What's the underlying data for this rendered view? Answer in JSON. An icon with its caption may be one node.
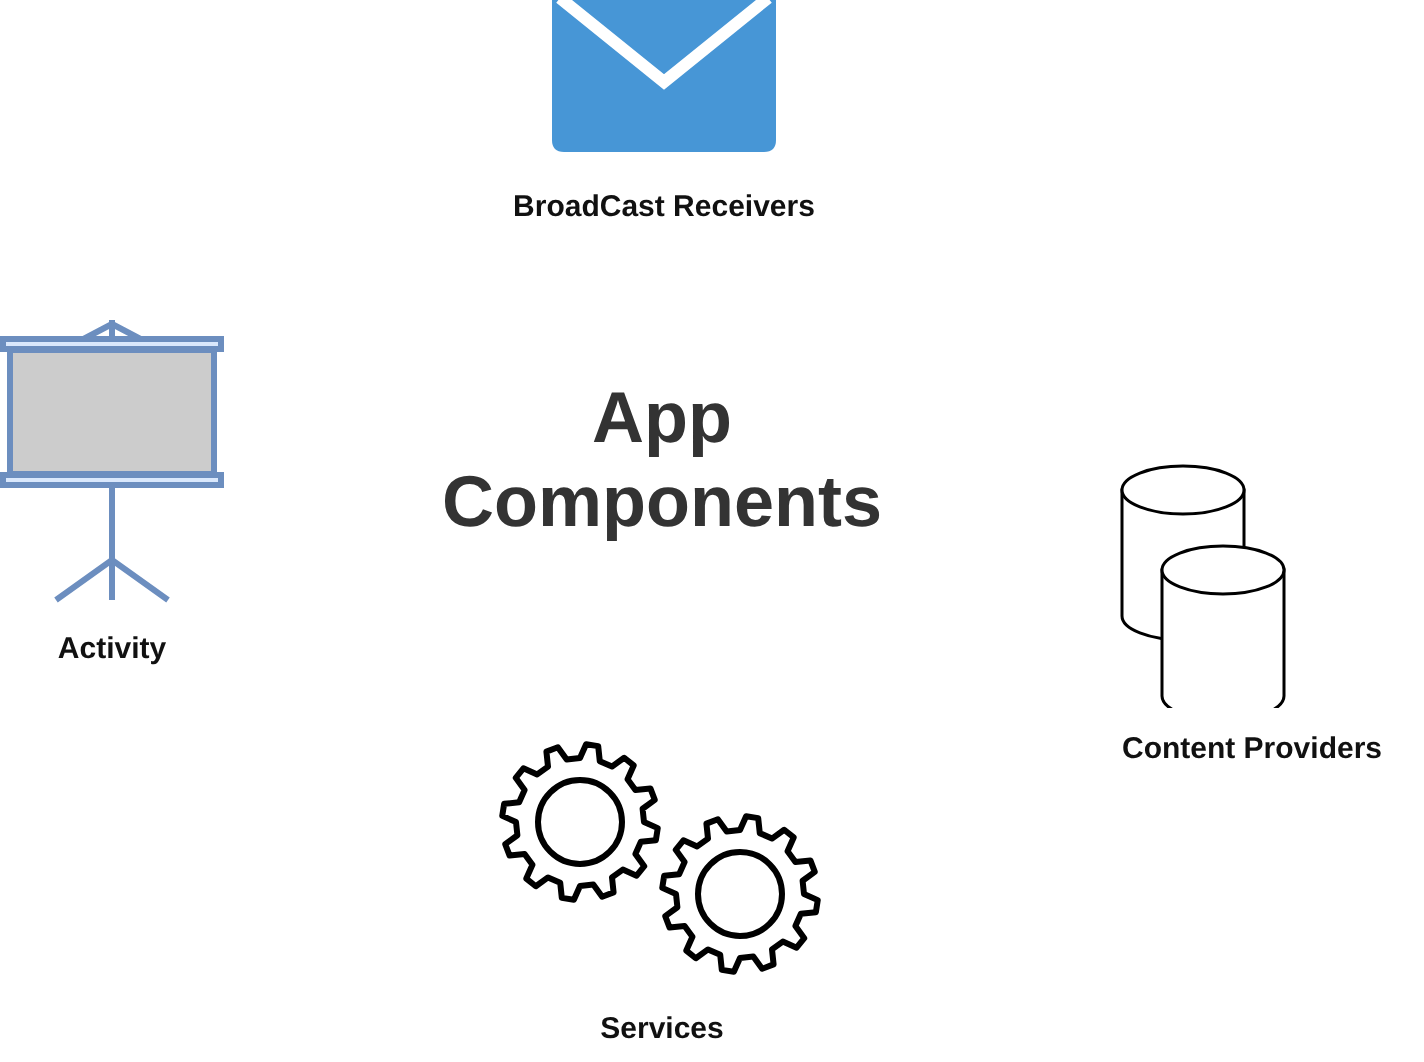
{
  "diagram": {
    "title": "App Components",
    "nodes": [
      {
        "text": [],
        "shape": "picture",
        "beside": [
          "BroadCast Receivers"
        ]
      },
      {
        "text": [],
        "shape": "picture",
        "beside": [
          "Activity"
        ]
      },
      {
        "text": [],
        "shape": "picture",
        "beside": [
          "Content Providers"
        ]
      },
      {
        "text": [],
        "shape": "picture",
        "beside": [
          "Services"
        ]
      }
    ]
  }
}
